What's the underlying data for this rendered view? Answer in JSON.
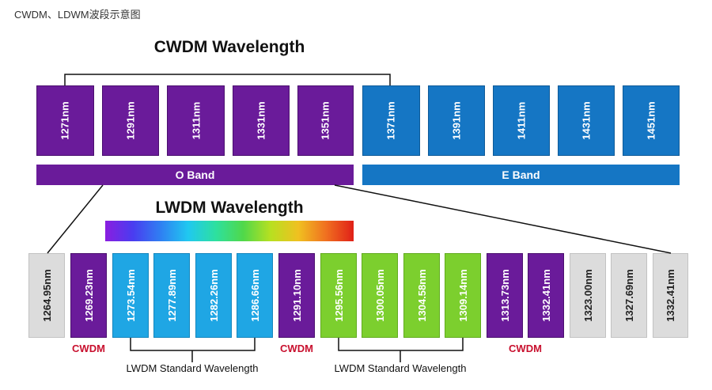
{
  "page_title": "CWDM、LDWM波段示意图",
  "cwdm": {
    "heading": "CWDM Wavelength",
    "wavelengths": [
      "1271nm",
      "1291nm",
      "1311nm",
      "1331nm",
      "1351nm",
      "1371nm",
      "1391nm",
      "1411nm",
      "1431nm",
      "1451nm"
    ]
  },
  "bands": {
    "o_band": "O Band",
    "e_band": "E Band"
  },
  "lwdm": {
    "heading": "LWDM Wavelength",
    "wavelengths": [
      "1264.95nm",
      "1269.23nm",
      "1273.54nm",
      "1277.89nm",
      "1282.26nm",
      "1286.66nm",
      "1291.10nm",
      "1295.56nm",
      "1300.05nm",
      "1304.58nm",
      "1309.14nm",
      "1313.73nm",
      "1332.41nm",
      "1323.00nm",
      "1327.69nm",
      "1332.41nm"
    ],
    "cwdm_label": "CWDM",
    "standard_label": "LWDM Standard Wavelength"
  },
  "colors": {
    "purple": "#6a1b9a",
    "blue": "#1576c4",
    "cyan": "#1fa6e4",
    "green": "#7ccf2e",
    "grey": "#dcdcdc",
    "cwdm_label_red": "#c8102e"
  }
}
